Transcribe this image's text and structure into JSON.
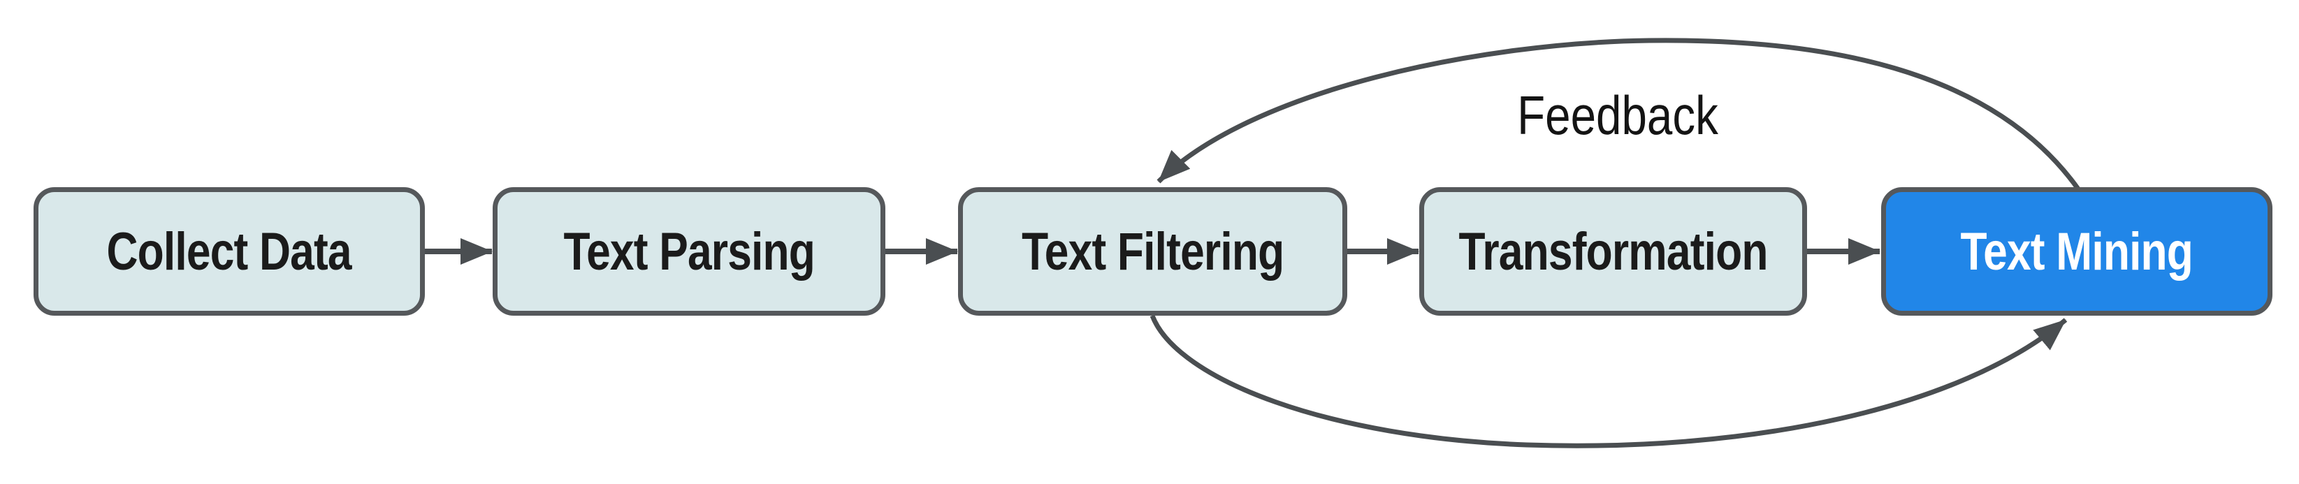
{
  "diagram": {
    "type": "flowchart",
    "description": "Text mining process pipeline with feedback loop",
    "nodes": [
      {
        "id": "collect-data",
        "label": "Collect Data",
        "fill": "#d9e8ea",
        "text_color": "#1b1b1b",
        "highlighted": false
      },
      {
        "id": "text-parsing",
        "label": "Text Parsing",
        "fill": "#d9e8ea",
        "text_color": "#1b1b1b",
        "highlighted": false
      },
      {
        "id": "text-filtering",
        "label": "Text Filtering",
        "fill": "#d9e8ea",
        "text_color": "#1b1b1b",
        "highlighted": false
      },
      {
        "id": "transformation",
        "label": "Transformation",
        "fill": "#d9e8ea",
        "text_color": "#1b1b1b",
        "highlighted": false
      },
      {
        "id": "text-mining",
        "label": "Text Mining",
        "fill": "#2186e8",
        "text_color": "#ffffff",
        "highlighted": true
      }
    ],
    "edges": [
      {
        "from": "collect-data",
        "to": "text-parsing",
        "style": "straight"
      },
      {
        "from": "text-parsing",
        "to": "text-filtering",
        "style": "straight"
      },
      {
        "from": "text-filtering",
        "to": "transformation",
        "style": "straight"
      },
      {
        "from": "transformation",
        "to": "text-mining",
        "style": "straight"
      },
      {
        "from": "text-mining",
        "to": "text-filtering",
        "style": "curved-over-top",
        "label": "Feedback"
      },
      {
        "from": "text-filtering",
        "to": "text-mining",
        "style": "curved-under-bottom"
      }
    ],
    "feedback_label": "Feedback",
    "colors": {
      "background": "#ffffff",
      "node_fill": "#d9e8ea",
      "node_border": "#55585b",
      "highlight_fill": "#2186e8",
      "arrow": "#4a4e51",
      "label_color": "#1b1b1b"
    }
  }
}
